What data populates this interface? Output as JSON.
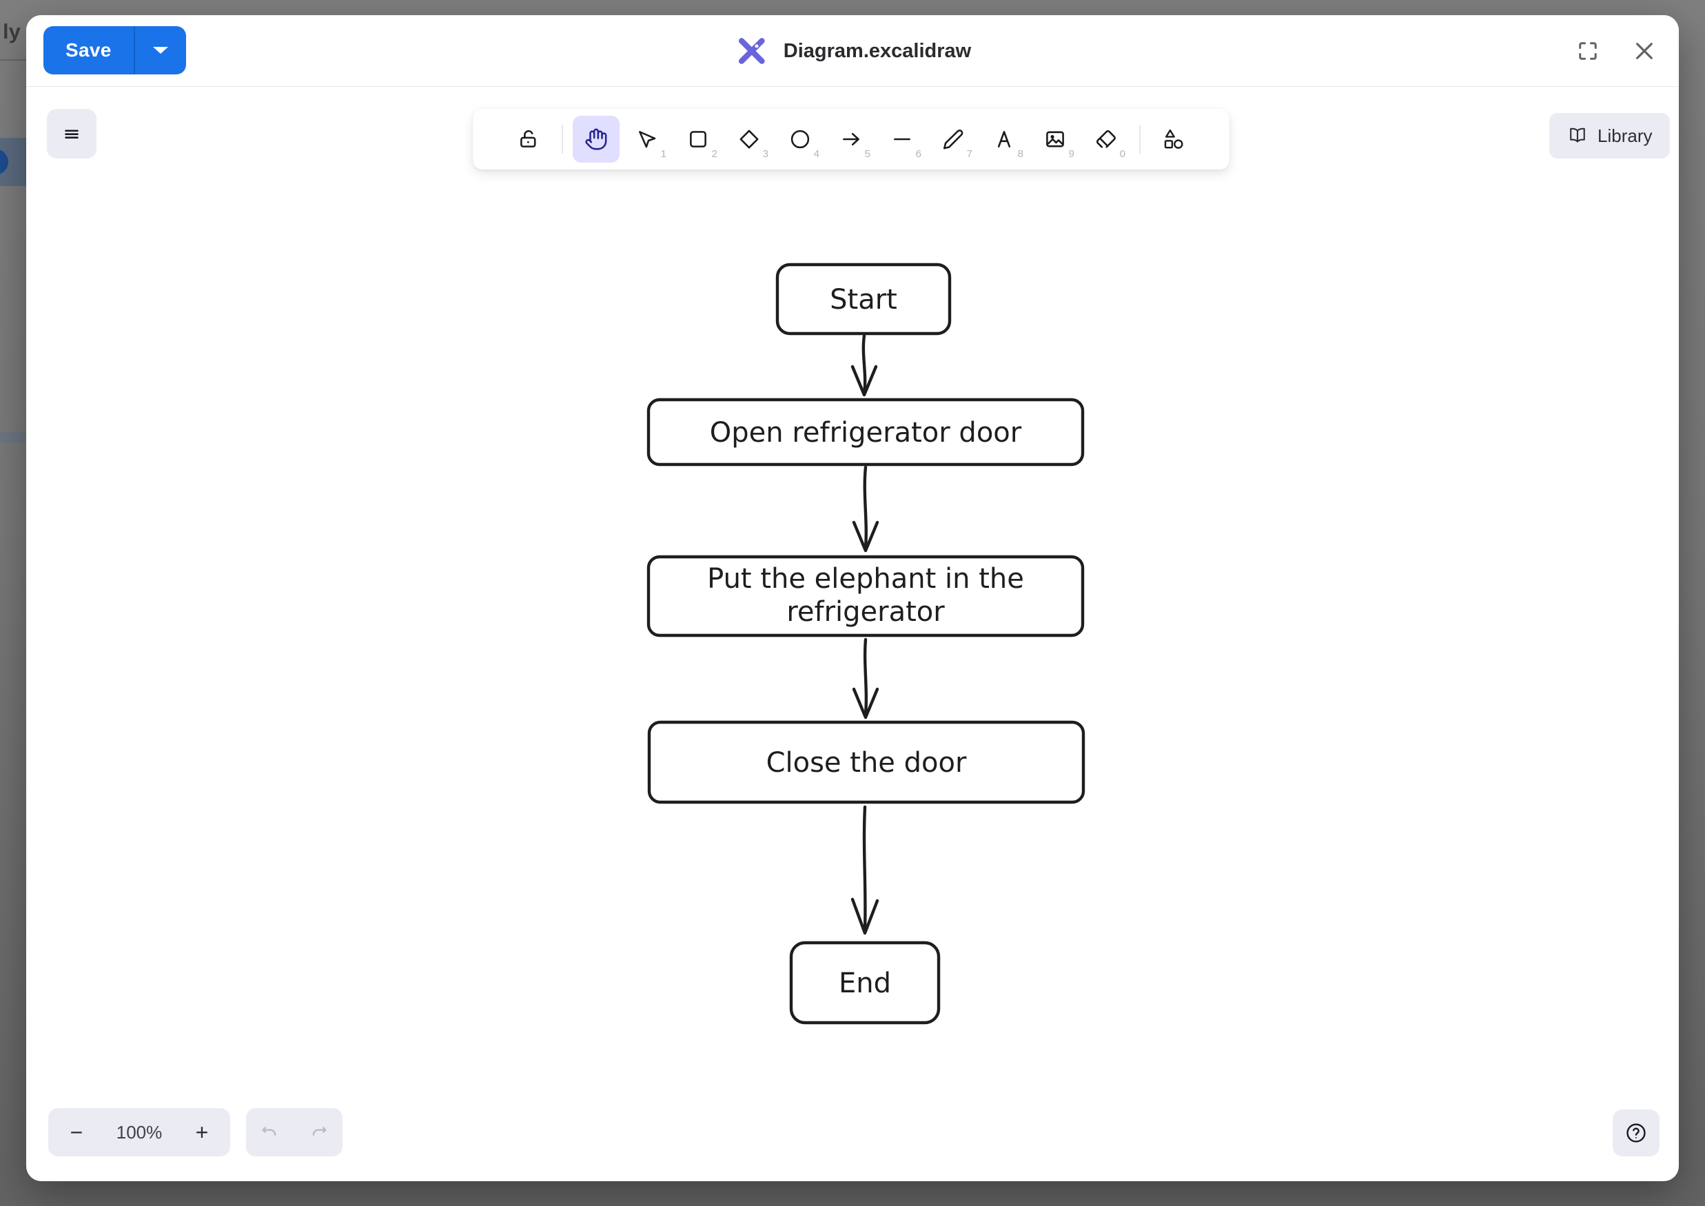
{
  "background_app": {
    "partial_heading": "ly F"
  },
  "header": {
    "save_button": {
      "label": "Save"
    },
    "file_title": "Diagram.excalidraw"
  },
  "toolbar": {
    "selected_tool": "hand",
    "tools": [
      {
        "name": "lock",
        "shortcut": ""
      },
      {
        "name": "hand",
        "shortcut": "",
        "selected": true
      },
      {
        "name": "selection",
        "shortcut": "1"
      },
      {
        "name": "rectangle",
        "shortcut": "2"
      },
      {
        "name": "diamond",
        "shortcut": "3"
      },
      {
        "name": "ellipse",
        "shortcut": "4"
      },
      {
        "name": "arrow",
        "shortcut": "5"
      },
      {
        "name": "line",
        "shortcut": "6"
      },
      {
        "name": "draw",
        "shortcut": "7"
      },
      {
        "name": "text",
        "shortcut": "8"
      },
      {
        "name": "image",
        "shortcut": "9"
      },
      {
        "name": "eraser",
        "shortcut": "0"
      },
      {
        "name": "shapes",
        "shortcut": ""
      }
    ]
  },
  "library": {
    "label": "Library"
  },
  "footer": {
    "zoom_out_label": "−",
    "zoom_level": "100%",
    "zoom_in_label": "+"
  },
  "colors": {
    "accent_blue": "#1a73e8",
    "excalidraw_purple": "#6965db",
    "tool_selected_bg": "#e0dfff",
    "tool_selected_icon": "#24248f",
    "island_button_bg": "#ebebf3",
    "icon_dark": "#1b1b1f",
    "diagram_stroke": "#1e1e1e",
    "backdrop_gray": "#787878"
  },
  "diagram": {
    "type": "flowchart",
    "nodes": [
      {
        "label": "Start",
        "lines": [
          "Start"
        ]
      },
      {
        "label": "Open refrigerator door",
        "lines": [
          "Open refrigerator door"
        ]
      },
      {
        "label": "Put the elephant in the refrigerator",
        "lines": [
          "Put the elephant in the",
          "refrigerator"
        ]
      },
      {
        "label": "Close the door",
        "lines": [
          "Close the door"
        ]
      },
      {
        "label": "End",
        "lines": [
          "End"
        ]
      }
    ],
    "edges": [
      {
        "from": "Start",
        "to": "Open refrigerator door"
      },
      {
        "from": "Open refrigerator door",
        "to": "Put the elephant in the refrigerator"
      },
      {
        "from": "Put the elephant in the refrigerator",
        "to": "Close the door"
      },
      {
        "from": "Close the door",
        "to": "End"
      }
    ]
  }
}
